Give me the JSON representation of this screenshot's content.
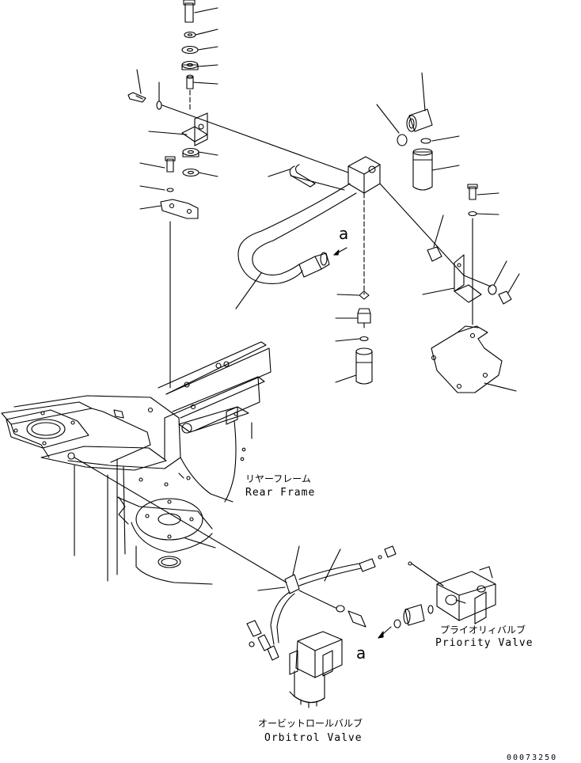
{
  "labels": {
    "rear_frame_jp": "リヤーフレーム",
    "rear_frame_en": "Rear Frame",
    "priority_valve_jp": "プライオリィバルブ",
    "priority_valve_en": "Priority Valve",
    "orbitrol_valve_jp": "オービットロールバルブ",
    "orbitrol_valve_en": "Orbitrol Valve",
    "connection_mark": "a",
    "drawing_number": "00073250"
  },
  "colors": {
    "line": "#000000",
    "background": "#ffffff"
  }
}
